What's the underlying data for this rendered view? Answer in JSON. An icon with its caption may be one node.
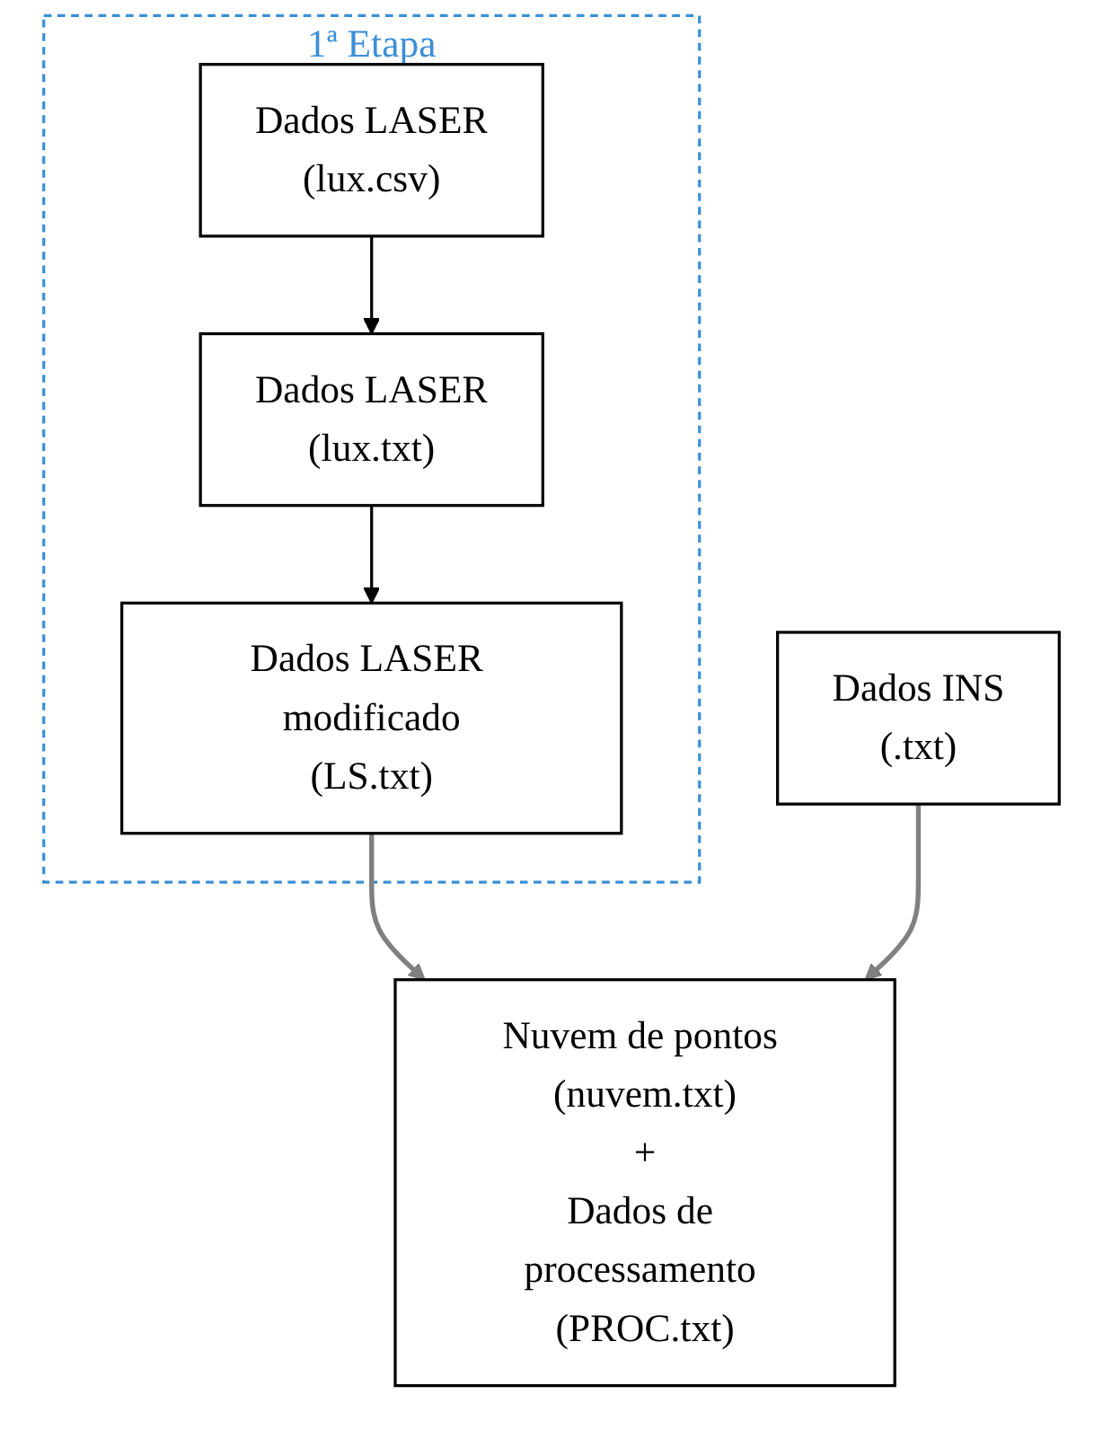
{
  "diagram": {
    "nodes": [
      {
        "text": [
          "1ª Etapa"
        ]
      },
      {
        "text": [
          "Dados LASER",
          "(lux.csv)"
        ],
        "in": 0
      },
      {
        "text": [
          "Dados LASER",
          "(lux.txt)"
        ],
        "in": 0
      },
      {
        "text": [
          "Dados LASER modificado",
          "(LS.txt)"
        ],
        "in": 0
      },
      {
        "text": [
          "Dados INS",
          "(.txt)"
        ]
      },
      {
        "text": [
          "Nuvem de pontos (nuvem.txt)",
          "+",
          "Dados de processamento (PROC.txt)"
        ]
      }
    ],
    "edges": [
      {
        "from": 1,
        "to": 2,
        "arrow": "to"
      },
      {
        "from": 2,
        "to": 3,
        "arrow": "to"
      },
      {
        "from": 3,
        "to": 5,
        "arrow": "to",
        "color": "#808080"
      },
      {
        "from": 4,
        "to": 5,
        "arrow": "to",
        "color": "#808080"
      }
    ]
  }
}
